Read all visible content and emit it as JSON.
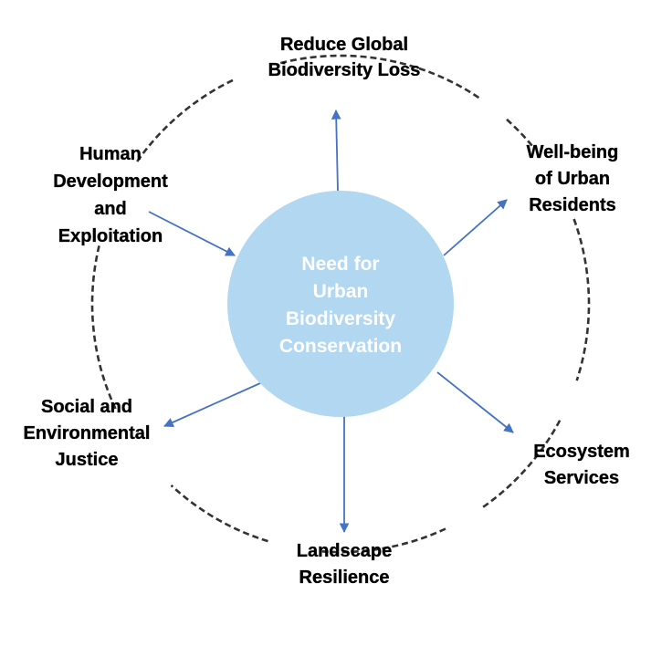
{
  "colors": {
    "center_fill": "#b2d7f0",
    "center_text": "#ffffff",
    "arrow": "#4472c4",
    "ring": "#333333",
    "label": "#000000"
  },
  "center": {
    "lines": [
      "Need for",
      "Urban",
      "Biodiversity",
      "Conservation"
    ]
  },
  "nodes": [
    {
      "id": "reduce-global-biodiversity-loss",
      "lines": [
        "Reduce Global",
        "Biodiversity Loss"
      ],
      "arrow": "outward"
    },
    {
      "id": "well-being-of-urban-residents",
      "lines": [
        "Well-being",
        "of Urban",
        "Residents"
      ],
      "arrow": "outward"
    },
    {
      "id": "ecosystem-services",
      "lines": [
        "Ecosystem",
        "Services"
      ],
      "arrow": "outward"
    },
    {
      "id": "landscape-resilience",
      "lines": [
        "Landscape",
        "Resilience"
      ],
      "arrow": "outward"
    },
    {
      "id": "social-and-environmental-justice",
      "lines": [
        "Social and",
        "Environmental",
        "Justice"
      ],
      "arrow": "outward"
    },
    {
      "id": "human-development-and-exploitation",
      "lines": [
        "Human",
        "Development",
        "and",
        "Exploitation"
      ],
      "arrow": "inward"
    }
  ]
}
